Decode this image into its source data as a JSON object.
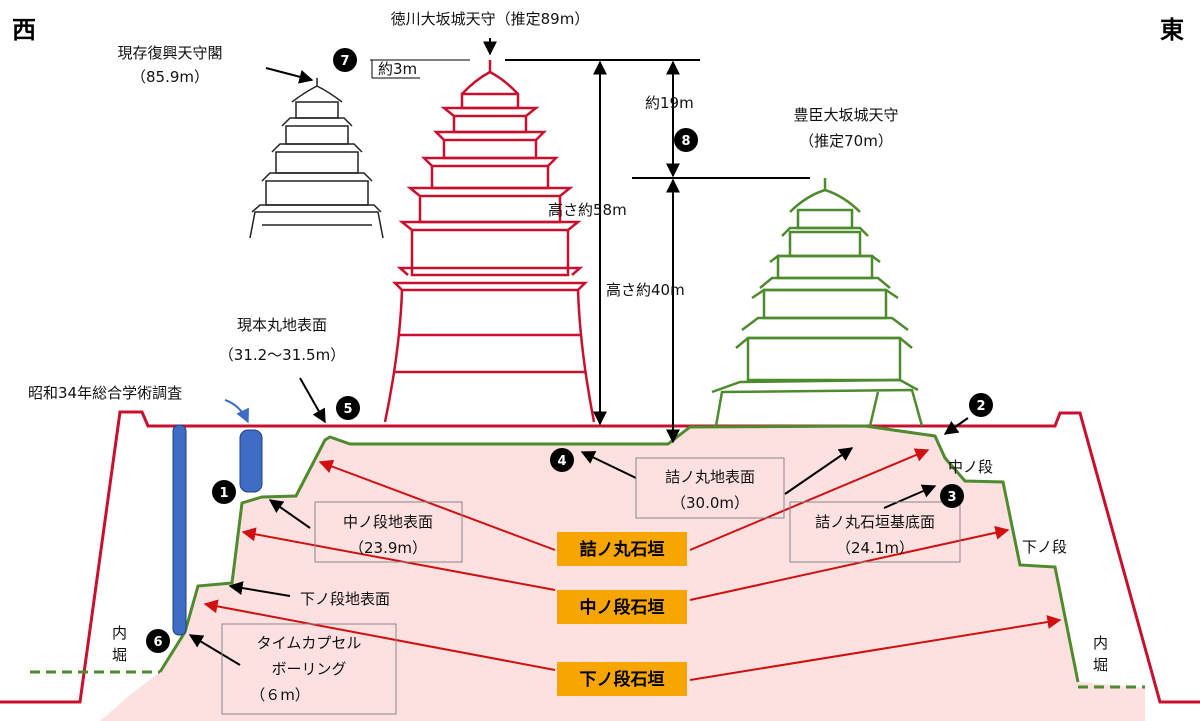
{
  "colors": {
    "ground_line": "#c8102e",
    "castle_red": "#c8102e",
    "castle_green": "#4e8a2e",
    "fill_pink": "#fde0e0",
    "pipe_blue": "#3f6dc5",
    "tag_orange": "#f7a500",
    "arrow_red": "#d01010"
  },
  "directions": {
    "west": "西",
    "east": "東"
  },
  "labels": {
    "tokugawa": "徳川大坂城天守（推定89m）",
    "current_tower_1": "現存復興天守閣",
    "current_tower_2": "（85.9m）",
    "approx_3m": "約3m",
    "approx_19m": "約19m",
    "toyotomi_1": "豊臣大坂城天守",
    "toyotomi_2": "（推定70m）",
    "height_58": "高さ約58m",
    "height_40": "高さ約40m",
    "hommaru_1": "現本丸地表面",
    "hommaru_2": "（31.2～31.5m）",
    "showa": "昭和34年総合学術調査",
    "tsume_surface_1": "詰ノ丸地表面",
    "tsume_surface_2": "（30.0m）",
    "naka_dan": "中ノ段",
    "tsume_base_1": "詰ノ丸石垣基底面",
    "tsume_base_2": "（24.1m）",
    "shimo_dan": "下ノ段",
    "naka_surface_1": "中ノ段地表面",
    "naka_surface_2": "（23.9m）",
    "shimo_surface": "下ノ段地表面",
    "capsule_1": "タイムカプセル",
    "capsule_2": "ボーリング",
    "capsule_3": "（６m）",
    "moat_left_1": "内",
    "moat_left_2": "堀",
    "moat_right_1": "内",
    "moat_right_2": "堀"
  },
  "tags": {
    "tsume_wall": "詰ノ丸石垣",
    "naka_wall": "中ノ段石垣",
    "shimo_wall": "下ノ段石垣"
  },
  "markers": [
    "1",
    "2",
    "3",
    "4",
    "5",
    "6",
    "7",
    "8"
  ]
}
